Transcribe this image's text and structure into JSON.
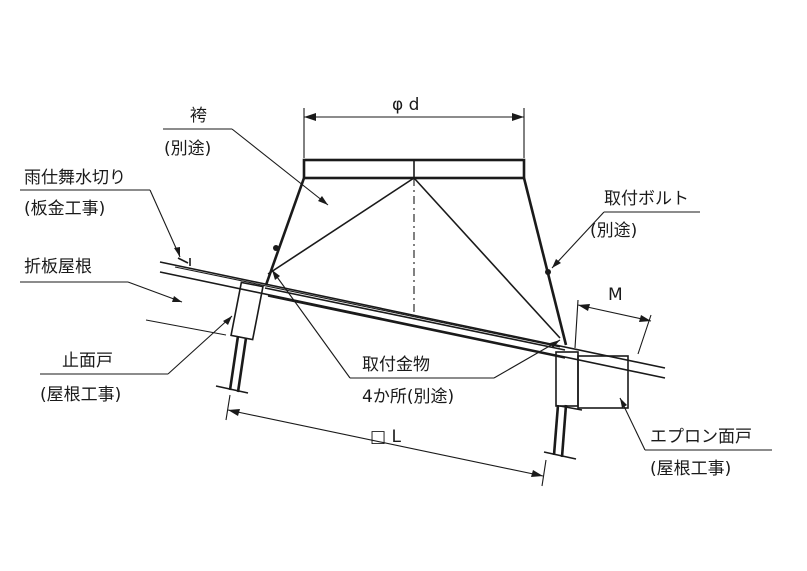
{
  "labels": {
    "hakama": "袴",
    "hakama_note": "(別途)",
    "amajimai": "雨仕舞水切り",
    "amajimai_note": "(板金工事)",
    "roof": "折板屋根",
    "tomemendo": "止面戸",
    "tomemendo_note": "(屋根工事)",
    "kanamono": "取付金物",
    "kanamono_note": "4か所(別途)",
    "bolt": "取付ボルト",
    "bolt_note": "(別途)",
    "apron": "エプロン面戸",
    "apron_note": "(屋根工事)"
  },
  "dimensions": {
    "diameter": "φ d",
    "square": "□ L",
    "m": "M"
  }
}
